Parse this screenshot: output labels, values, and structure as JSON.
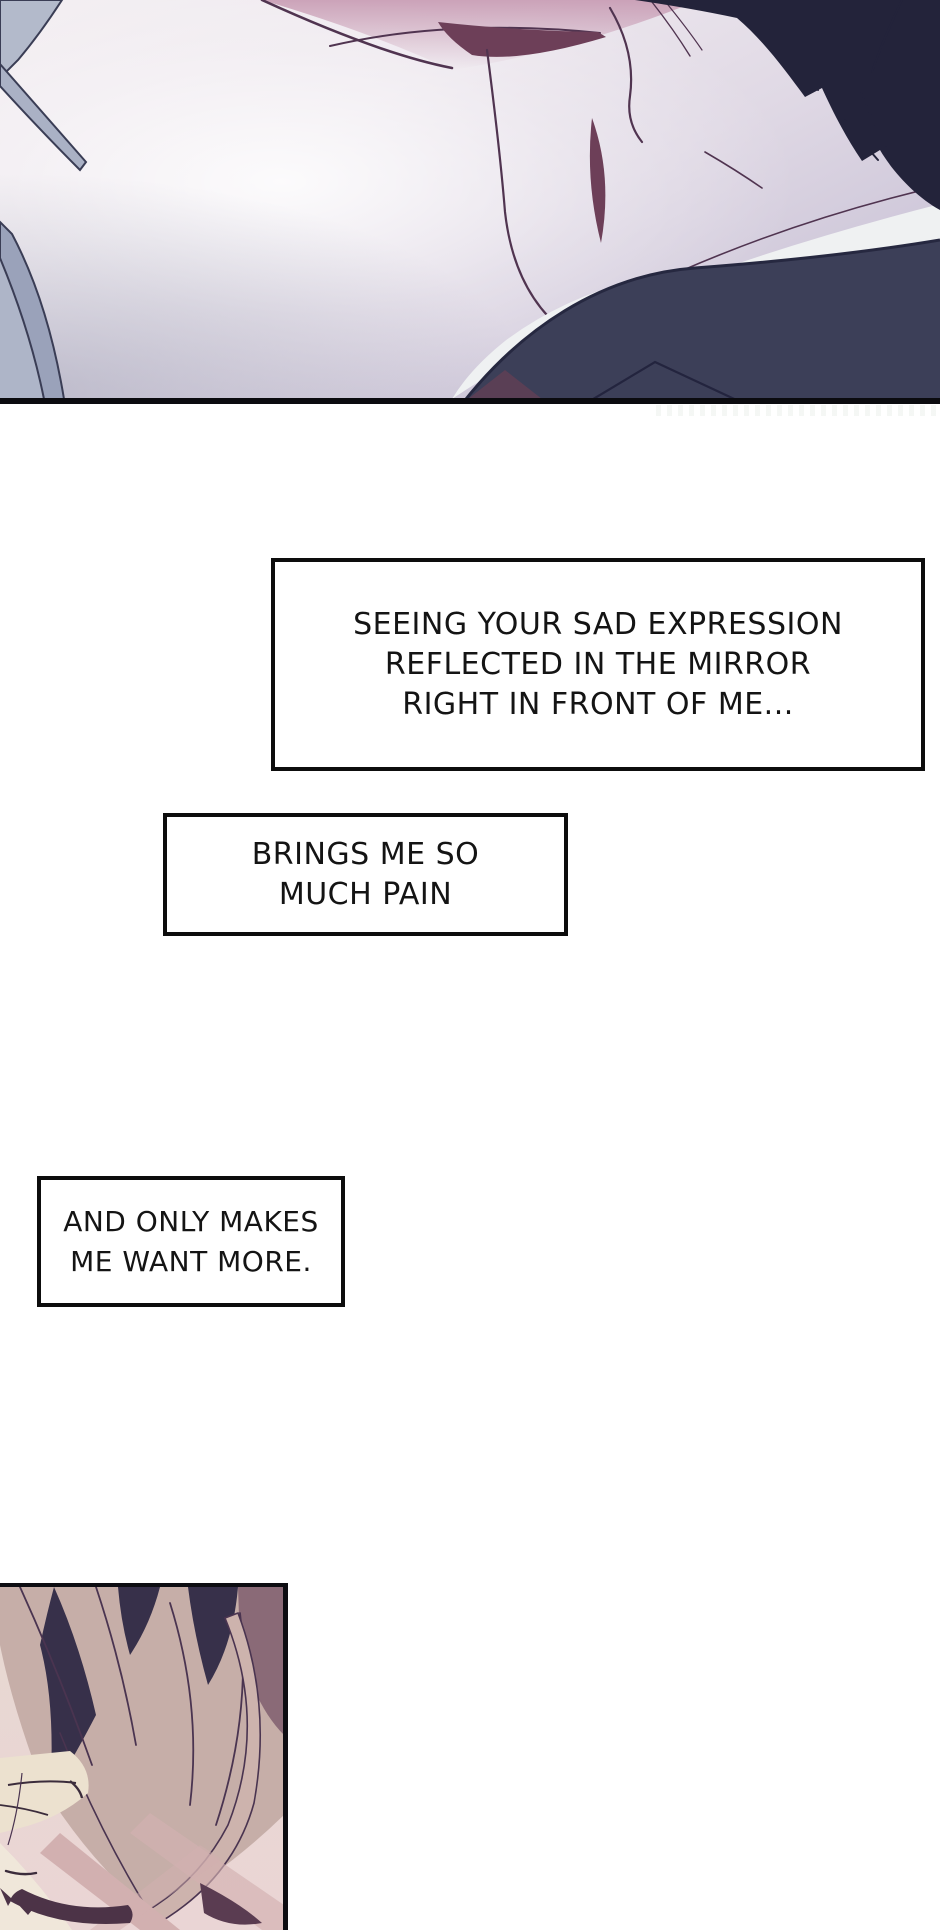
{
  "comic": {
    "captions": [
      {
        "id": "caption-1",
        "lines": [
          "SEEING YOUR SAD EXPRESSION",
          "REFLECTED IN THE MIRROR",
          "RIGHT IN FRONT OF ME..."
        ]
      },
      {
        "id": "caption-2",
        "lines": [
          "BRINGS ME SO",
          "MUCH PAIN"
        ]
      },
      {
        "id": "caption-3",
        "lines": [
          "AND ONLY MAKES",
          "ME WANT MORE."
        ]
      }
    ],
    "colors": {
      "page_background": "#ffffff",
      "caption_border": "#0d0d0d",
      "caption_text": "#141414",
      "panel_divider": "#0b0b0f",
      "background_light": "#f2edf1",
      "background_lavender": "#c3bcd0",
      "chin_shadow_plum": "#6d3f58",
      "line_plum": "#503450",
      "hair_dark_navy": "#23233a",
      "shoulder_slate": "#3c3f58",
      "collar_white": "#eff1f2",
      "foreground_strand_steel": "#aab1c5",
      "beige_hair": "#c6aea8",
      "hair_chunk_dark": "#37304a",
      "skin_cream": "#ece1cf",
      "pink_background": "#ead5d5",
      "lash_dark": "#4c3347"
    }
  }
}
